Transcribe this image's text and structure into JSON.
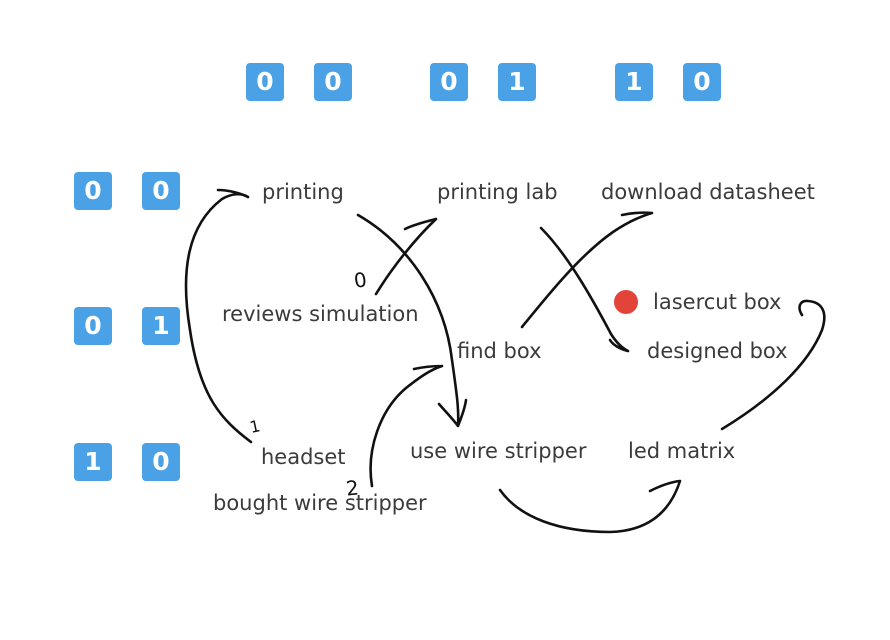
{
  "column_headers": [
    {
      "bits": [
        "0",
        "0"
      ]
    },
    {
      "bits": [
        "0",
        "1"
      ]
    },
    {
      "bits": [
        "1",
        "0"
      ]
    }
  ],
  "row_headers": [
    {
      "bits": [
        "0",
        "0"
      ]
    },
    {
      "bits": [
        "0",
        "1"
      ]
    },
    {
      "bits": [
        "1",
        "0"
      ]
    }
  ],
  "nodes": {
    "printing": "printing",
    "printing_lab": "printing lab",
    "download_datasheet": "download datasheet",
    "reviews_simulation": "reviews simulation",
    "find_box": "find box",
    "lasercut_box": "lasercut box",
    "designed_box": "designed box",
    "headset": "headset",
    "use_wire_stripper": "use wire stripper",
    "led_matrix": "led matrix",
    "bought_wire_stripper": "bought wire stripper"
  },
  "handwritten_marks": [
    "0",
    "1",
    "2"
  ],
  "colors": {
    "badge_bg": "#4aa1e6",
    "badge_text": "#ffffff",
    "label_text": "#3b3b3b",
    "marker_dot": "#e3443a",
    "arrow_stroke": "#111111"
  }
}
